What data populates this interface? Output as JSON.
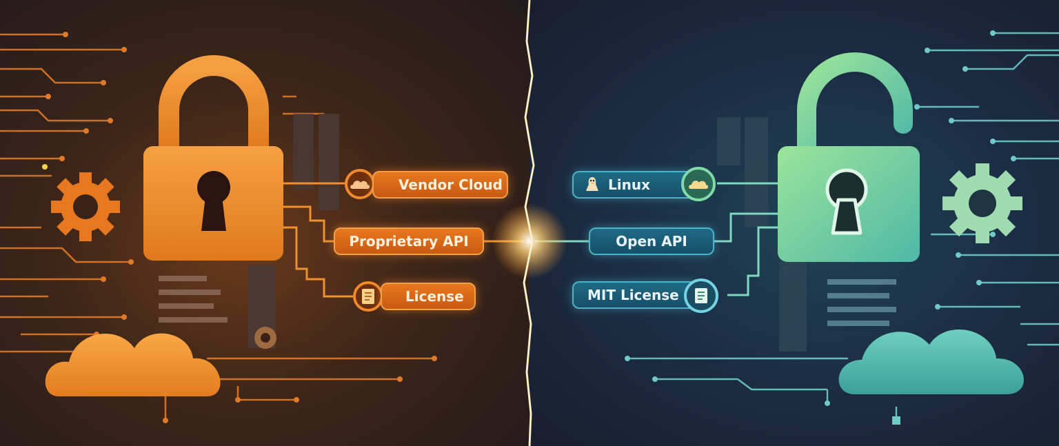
{
  "left": {
    "labels": {
      "vendor_cloud": "Vendor Cloud",
      "proprietary_api": "Proprietary API",
      "license": "License"
    },
    "accent": "#f08a2c"
  },
  "right": {
    "labels": {
      "linux": "Linux",
      "open_api": "Open API",
      "mit_license": "MIT License"
    },
    "accent": "#7fd9b8"
  },
  "icons": [
    "locked-padlock-icon",
    "unlocked-padlock-icon",
    "gear-icon",
    "cloud-icon",
    "document-icon",
    "penguin-icon",
    "lightning-divider"
  ]
}
